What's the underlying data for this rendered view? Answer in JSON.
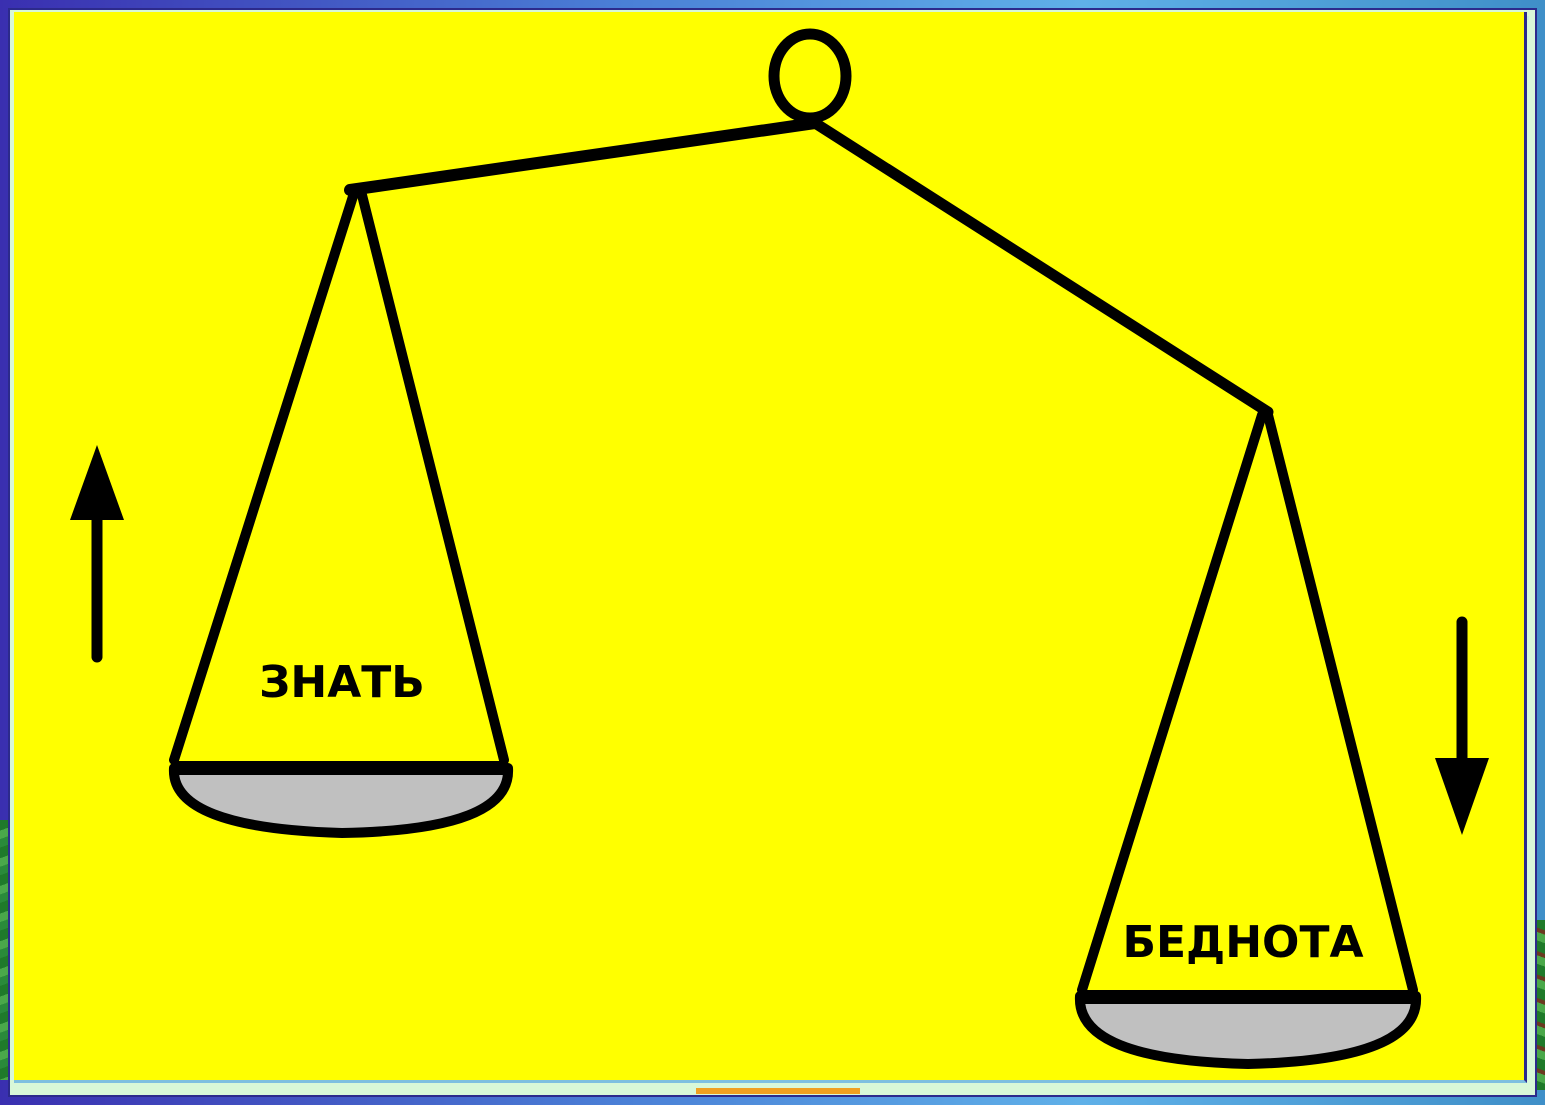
{
  "diagram": {
    "left_pan": {
      "label": "ЗНАТЬ",
      "direction": "up"
    },
    "right_pan": {
      "label": "БЕДНОТА",
      "direction": "down"
    },
    "colors": {
      "background": "#ffff00",
      "lines": "#000000",
      "pan_fill": "#c0c0c0",
      "frame": "#d8f8d8"
    }
  }
}
